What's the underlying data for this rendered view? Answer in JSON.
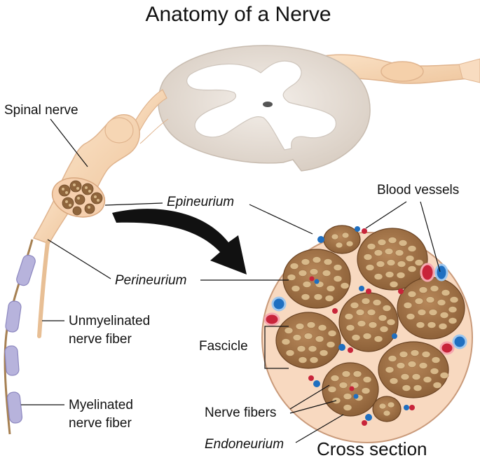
{
  "title": "Anatomy of a Nerve",
  "labels": {
    "spinal_nerve": "Spinal nerve",
    "epineurium": "Epineurium",
    "perineurium": "Perineurium",
    "unmyelinated_line1": "Unmyelinated",
    "unmyelinated_line2": "nerve fiber",
    "myelinated_line1": "Myelinated",
    "myelinated_line2": "nerve fiber",
    "blood_vessels": "Blood vessels",
    "fascicle": "Fascicle",
    "nerve_fibers": "Nerve fibers",
    "endoneurium": "Endoneurium",
    "cross_section": "Cross section"
  },
  "colors": {
    "nerve_tissue": "#f5d3b0",
    "nerve_outline": "#e0b48e",
    "spinal_cord": "#ece6e0",
    "grey_matter": "#ffffff",
    "fascicle": "#a8784a",
    "fiber": "#d8b98a",
    "artery": "#c8243a",
    "vein": "#1f6fc0",
    "myelin": "#b7b3dc",
    "arrow": "#111111"
  }
}
